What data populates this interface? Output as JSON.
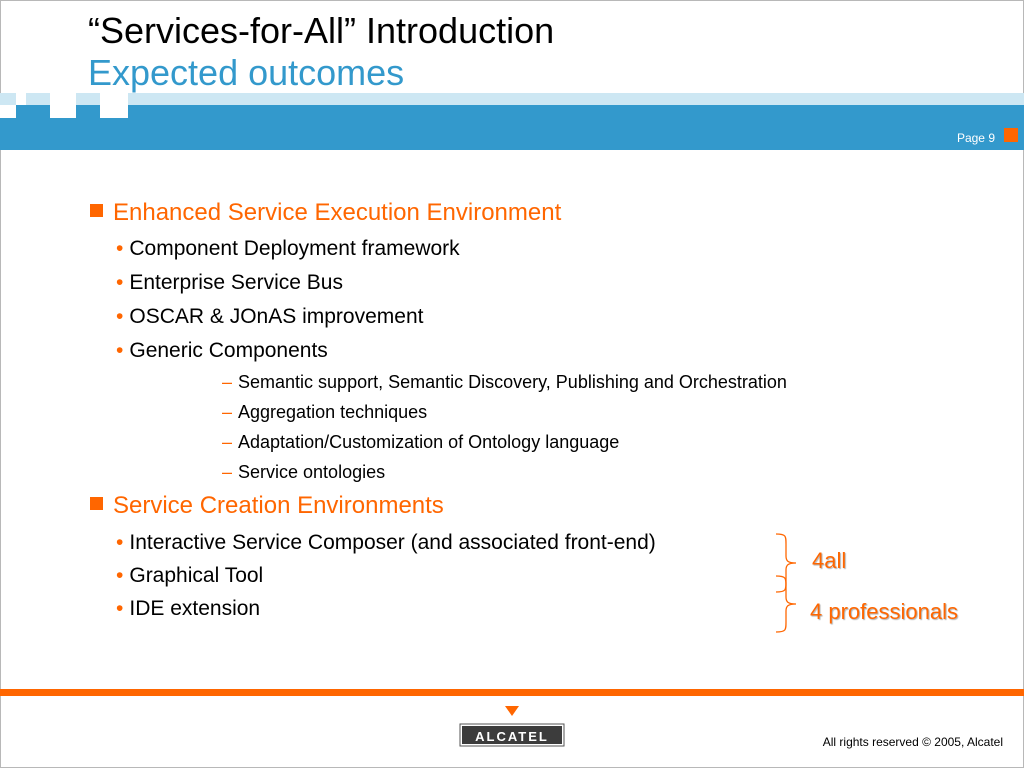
{
  "header": {
    "title": "“Services-for-All” Introduction",
    "subtitle": "Expected outcomes",
    "page_label": "Page 9"
  },
  "colors": {
    "accent_orange": "#ff6600",
    "brand_blue": "#3399cc",
    "light_blue": "#cde7f3"
  },
  "sections": [
    {
      "heading": "Enhanced Service Execution Environment",
      "items": [
        "Component Deployment framework",
        "Enterprise Service Bus",
        "OSCAR & JOnAS improvement",
        "Generic Components"
      ],
      "subitems": [
        "Semantic support, Semantic Discovery,  Publishing and Orchestration",
        "Aggregation techniques",
        "Adaptation/Customization of Ontology language",
        "Service ontologies"
      ]
    },
    {
      "heading": "Service Creation Environments",
      "items": [
        "Interactive Service Composer (and associated front-end)",
        "Graphical Tool",
        "IDE extension"
      ]
    }
  ],
  "annotations": {
    "brace_1_label": "4all",
    "brace_2_label": "4 professionals"
  },
  "footer": {
    "logo_text": "ALCATEL",
    "copyright": "All rights reserved © 2005, Alcatel"
  },
  "glyphs": {
    "bullet": "•",
    "dash": "–"
  }
}
